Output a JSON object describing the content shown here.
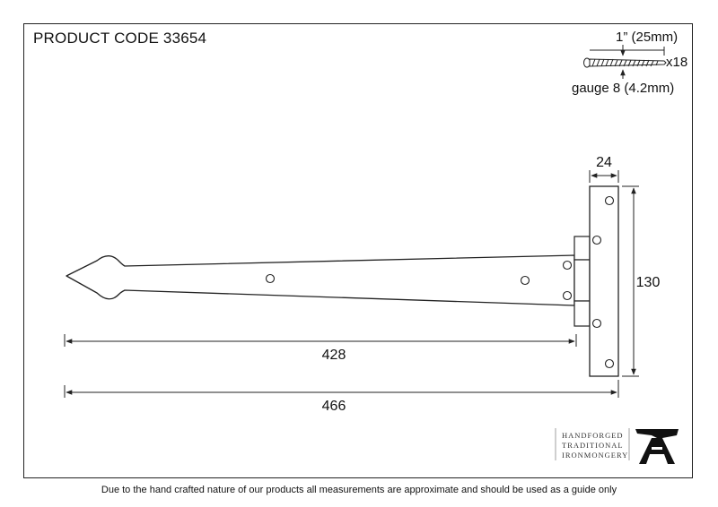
{
  "product_code": "PRODUCT CODE 33654",
  "screw": {
    "length": "1” (25mm)",
    "quantity": "x18",
    "gauge": "gauge 8 (4.2mm)"
  },
  "dimensions": {
    "plate_width": "24",
    "plate_height": "130",
    "strap_length": "428",
    "overall_length": "466"
  },
  "logo": {
    "lines": [
      "HANDFORGED",
      "TRADITIONAL",
      "IRONMONGERY"
    ],
    "mark": "A"
  },
  "disclaimer": "Due to the hand crafted nature of our products all measurements are approximate and should be used as a guide only"
}
